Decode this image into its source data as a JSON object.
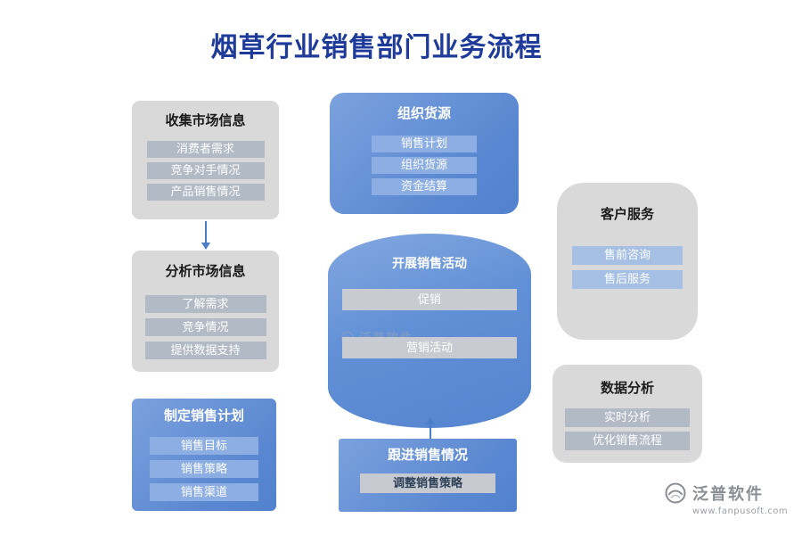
{
  "title": "烟草行业销售部门业务流程",
  "nodes": {
    "collect": {
      "title": "收集市场信息",
      "items": [
        "消费者需求",
        "竞争对手情况",
        "产品销售情况"
      ]
    },
    "analyze": {
      "title": "分析市场信息",
      "items": [
        "了解需求",
        "竞争情况",
        "提供数据支持"
      ]
    },
    "plan": {
      "title": "制定销售计划",
      "items": [
        "销售目标",
        "销售策略",
        "销售渠道"
      ]
    },
    "organize": {
      "title": "组织货源",
      "items": [
        "销售计划",
        "组织货源",
        "资金结算"
      ]
    },
    "activity": {
      "title": "开展销售活动",
      "items": [
        "促销",
        "营销活动"
      ]
    },
    "followup": {
      "title": "跟进销售情况",
      "items": [
        "调整销售策略"
      ]
    },
    "service": {
      "title": "客户服务",
      "items": [
        "售前咨询",
        "售后服务"
      ]
    },
    "analysis": {
      "title": "数据分析",
      "items": [
        "实时分析",
        "优化销售流程"
      ]
    }
  },
  "watermark": {
    "brand": "泛普软件"
  },
  "logo": {
    "brand": "泛普软件",
    "url": "www.fanpusoft.com"
  },
  "colors": {
    "title_text": "#1E3B99",
    "blue_node": "#5A87D1",
    "gray_node": "#D9D9D9",
    "bar_slate": "#B2BAC6",
    "bar_blue": "#8CAEE2",
    "bar_light_blue": "#A5C0E4",
    "bar_gray": "#C8CCD2",
    "arrow": "#4A7CC7",
    "brand_gray": "#8A8F95"
  }
}
